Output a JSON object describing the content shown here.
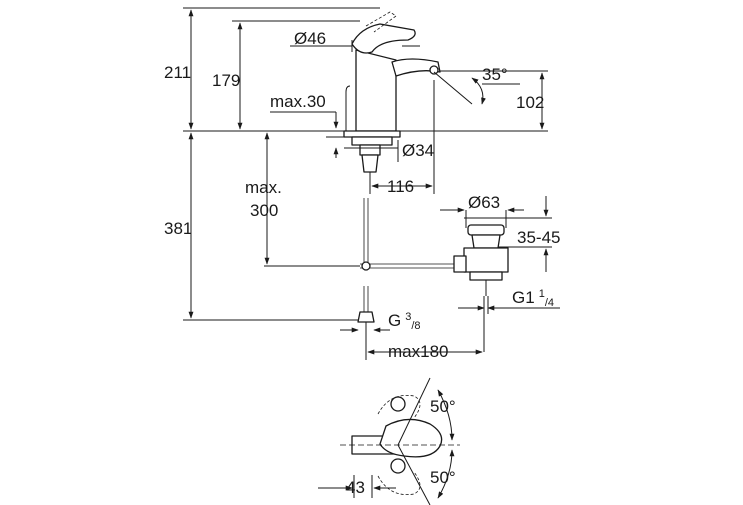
{
  "dimensions": {
    "overall_height_upper": "211",
    "spout_height": "179",
    "lever_diameter": "Ø46",
    "spout_angle": "35°",
    "spout_outlet_height": "102",
    "max_deck_thickness": "max.30",
    "shank_diameter": "Ø34",
    "spout_reach": "116",
    "max_depth_line1": "max.",
    "max_depth_line2": "300",
    "overall_height_lower": "381",
    "waste_diameter": "Ø63",
    "waste_range": "35-45",
    "waste_thread_main": "G1",
    "waste_thread_num": "1",
    "waste_thread_den": "4",
    "supply_thread_main": "G",
    "supply_thread_num": "3",
    "supply_thread_den": "8",
    "max_spacing": "max180",
    "lever_angle_top": "50°",
    "lever_angle_bottom": "50°",
    "lever_offset": "43"
  }
}
